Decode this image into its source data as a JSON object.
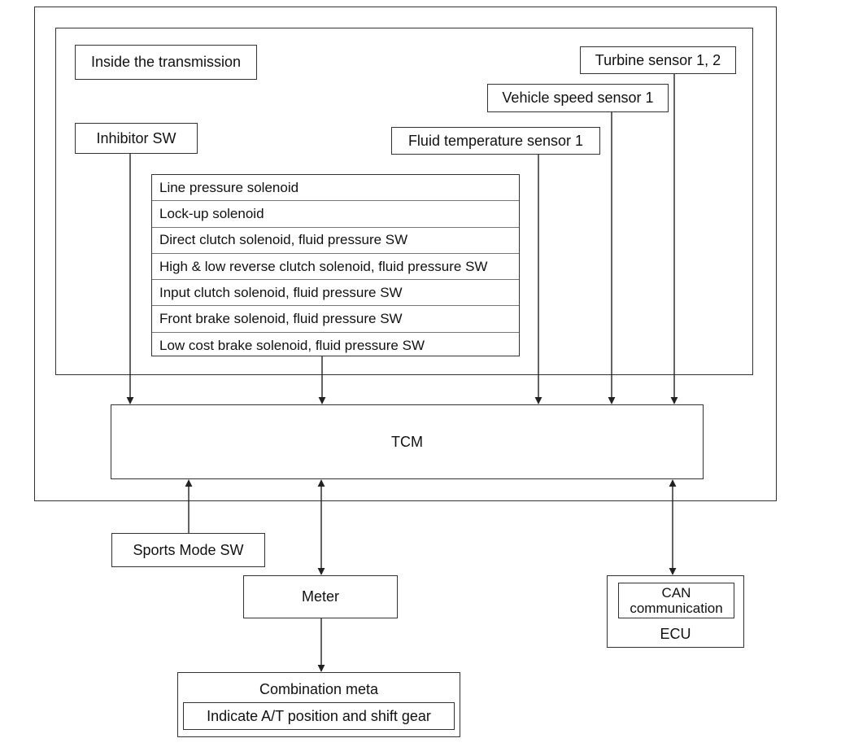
{
  "diagram": {
    "section_label": "Inside the transmission",
    "inputs": {
      "inhibitor_sw": "Inhibitor SW",
      "fluid_temperature_sensor": "Fluid temperature sensor 1",
      "vehicle_speed_sensor": "Vehicle speed sensor 1",
      "turbine_sensor": "Turbine sensor 1, 2"
    },
    "solenoids": [
      "Line pressure solenoid",
      "Lock-up solenoid",
      "Direct clutch solenoid, fluid pressure SW",
      "High & low reverse clutch solenoid, fluid pressure SW",
      "Input clutch solenoid, fluid pressure SW",
      "Front brake solenoid, fluid pressure SW",
      "Low cost brake solenoid, fluid pressure SW"
    ],
    "tcm": "TCM",
    "sports_mode_sw": "Sports Mode SW",
    "meter": "Meter",
    "combination_meter": {
      "title": "Combination meta",
      "inner": "Indicate A/T position and shift gear"
    },
    "ecu": {
      "inner_line1": "CAN",
      "inner_line2": "communication",
      "title": "ECU"
    }
  }
}
